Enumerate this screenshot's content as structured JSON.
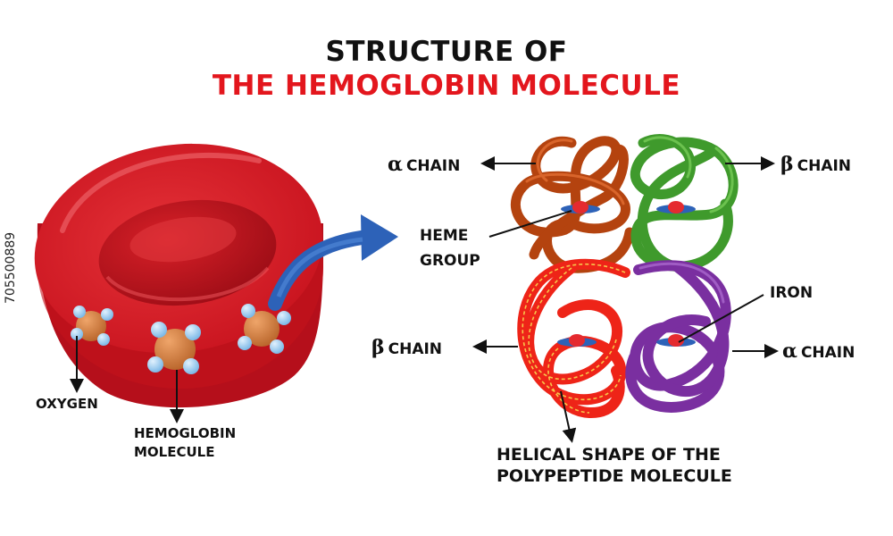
{
  "title": {
    "line1": "STRUCTURE OF",
    "line2": "THE HEMOGLOBIN MOLECULE"
  },
  "labels": {
    "oxygen": "OXYGEN",
    "hemoglobin_molecule_line1": "HEMOGLOBIN",
    "hemoglobin_molecule_line2": "MOLECULE",
    "alpha_chain_top": "CHAIN",
    "beta_chain_top": "CHAIN",
    "heme_group_line1": "HEME",
    "heme_group_line2": "GROUP",
    "iron": "IRON",
    "beta_chain_bottom": "CHAIN",
    "alpha_chain_bottom": "CHAIN",
    "helical_line1": "HELICAL SHAPE OF THE",
    "helical_line2": "POLYPEPTIDE MOLECULE",
    "alpha_symbol": "α",
    "beta_symbol": "β"
  },
  "stock_id": "705500889",
  "colors": {
    "title_black": "#111111",
    "title_red": "#e3161d",
    "rbc_red": "#d81e2a",
    "alpha_top_brown": "#b4430f",
    "beta_top_green": "#3f9a2c",
    "beta_bottom_red": "#ee2418",
    "alpha_bottom_purple": "#7a2fa0",
    "arrow_blue": "#2d62b8",
    "oxygen_blue": "#8ec6f0",
    "hemoglobin_orange": "#c8773a"
  }
}
